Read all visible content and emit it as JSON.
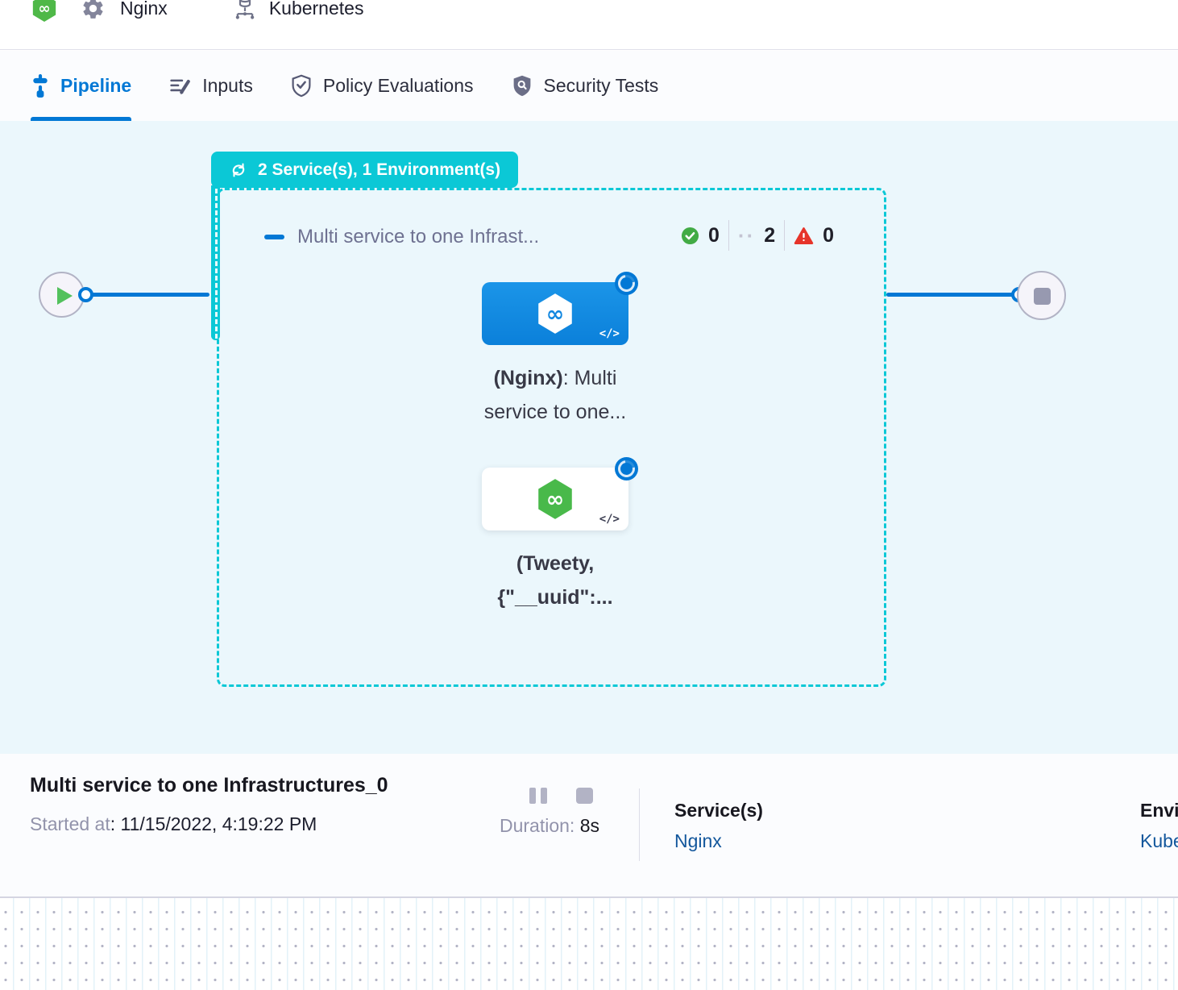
{
  "header": {
    "service": "Nginx",
    "environment": "Kubernetes"
  },
  "tabs": [
    {
      "label": "Pipeline",
      "active": true
    },
    {
      "label": "Inputs",
      "active": false
    },
    {
      "label": "Policy Evaluations",
      "active": false
    },
    {
      "label": "Security Tests",
      "active": false
    }
  ],
  "canvas": {
    "group_badge": "2 Service(s), 1 Environment(s)",
    "stage_title": "Multi service to one Infrast...",
    "counts": {
      "success": "0",
      "running_dots": "··",
      "running": "2",
      "failed": "0"
    },
    "node1": {
      "bold": "(Nginx)",
      "rest": ": Multi",
      "line2": "service to one...",
      "code_glyph": "</>"
    },
    "node2": {
      "line1": "(Tweety,",
      "line2": "{\"__uuid\":...",
      "code_glyph": "</>"
    }
  },
  "footer": {
    "title": "Multi service to one Infrastructures_0",
    "started_label": "Started at",
    "started_value": ": 11/15/2022, 4:19:22 PM",
    "duration_label": "Duration:",
    "duration_value": "8s",
    "services_label": "Service(s)",
    "services_value": "Nginx",
    "environments_label": "Environment(s)",
    "environments_value": "Kubernetes"
  },
  "colors": {
    "accent": "#0278d5",
    "teal": "#0bc8d6",
    "success": "#42ab45",
    "danger": "#e6342a",
    "link": "#13579c",
    "canvas_bg": "#ebf7fc"
  }
}
